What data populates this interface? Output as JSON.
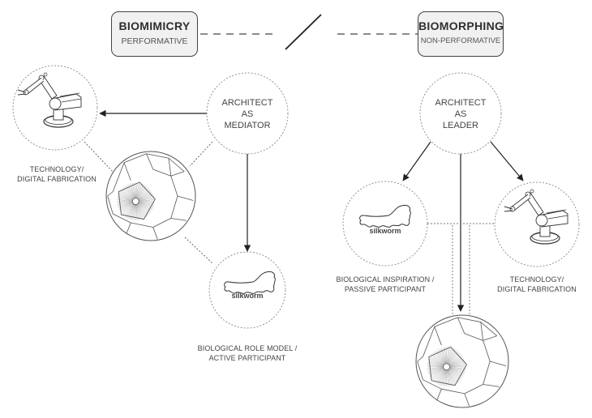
{
  "headers": {
    "left": {
      "title": "BIOMIMICRY",
      "subtitle": "PERFORMATIVE"
    },
    "right": {
      "title": "BIOMORPHING",
      "subtitle": "NON-PERFORMATIVE"
    }
  },
  "left": {
    "architect": [
      "ARCHITECT",
      "AS",
      "MEDIATOR"
    ],
    "technology_label": [
      "TECHNOLOGY/",
      "DIGITAL FABRICATION"
    ],
    "silkworm_label": "silkworm",
    "biological_label": [
      "BIOLOGICAL ROLE MODEL /",
      "ACTIVE PARTICIPANT"
    ]
  },
  "right": {
    "architect": [
      "ARCHITECT",
      "AS",
      "LEADER"
    ],
    "technology_label": [
      "TECHNOLOGY/",
      "DIGITAL FABRICATION"
    ],
    "silkworm_label": "silkworm",
    "biological_label": [
      "BIOLOGICAL INSPIRATION /",
      "PASSIVE PARTICIPANT"
    ]
  },
  "icons": {
    "robot_arm": "robot-arm-icon",
    "silkworm": "silkworm-icon",
    "pavilion": "silk-pavilion-sphere-icon"
  },
  "colors": {
    "line": "#333333",
    "dotted": "#888888",
    "box_fill": "#f1f1f1"
  }
}
